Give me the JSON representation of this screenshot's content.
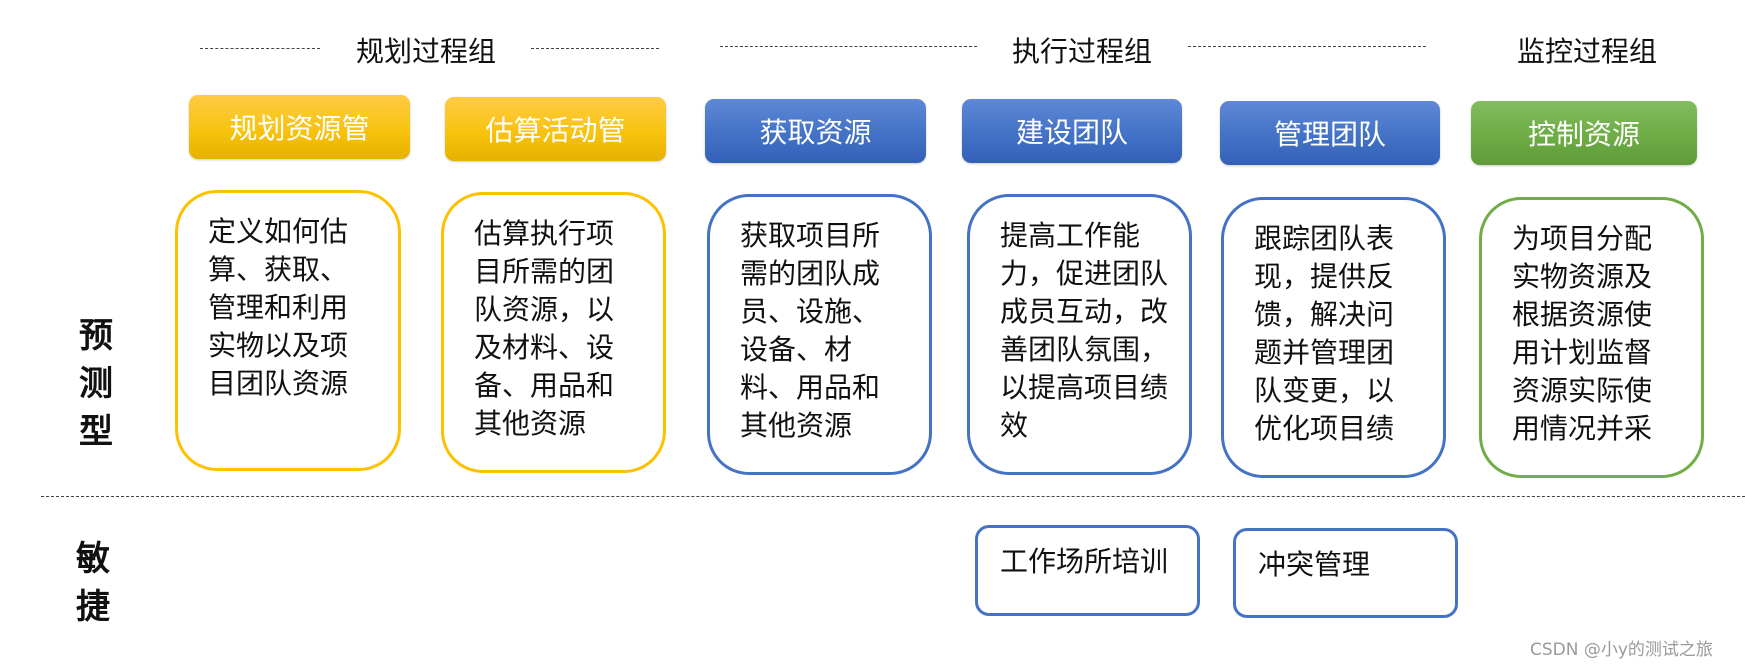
{
  "groups": [
    {
      "title": "规划过程组"
    },
    {
      "title": "执行过程组"
    },
    {
      "title": "监控过程组"
    }
  ],
  "processes": [
    {
      "header": "规划资源管",
      "color": "#ffc000",
      "description": "定义如何估算、获取、管理和利用实物以及项目团队资源"
    },
    {
      "header": "估算活动管",
      "color": "#ffc000",
      "description": "估算执行项目所需的团队资源，以及材料、设备、用品和其他资源"
    },
    {
      "header": "获取资源",
      "color": "#4472c4",
      "description": "获取项目所需的团队成员、设施、设备、材料、用品和其他资源"
    },
    {
      "header": "建设团队",
      "color": "#4472c4",
      "description": "提高工作能力，促进团队成员互动，改善团队氛围，以提高项目绩效"
    },
    {
      "header": "管理团队",
      "color": "#4472c4",
      "description": "跟踪团队表现，提供反馈，解决问题并管理团队变更，以优化项目绩"
    },
    {
      "header": "控制资源",
      "color": "#70ad47",
      "description": "为项目分配实物资源及根据资源使用计划监督资源实际使用情况并采"
    }
  ],
  "rows": {
    "predictive": "预测型",
    "agile": "敏捷"
  },
  "agile_items": [
    {
      "label": "工作场所培训"
    },
    {
      "label": "冲突管理"
    }
  ],
  "watermark": "CSDN @小y的测试之旅"
}
